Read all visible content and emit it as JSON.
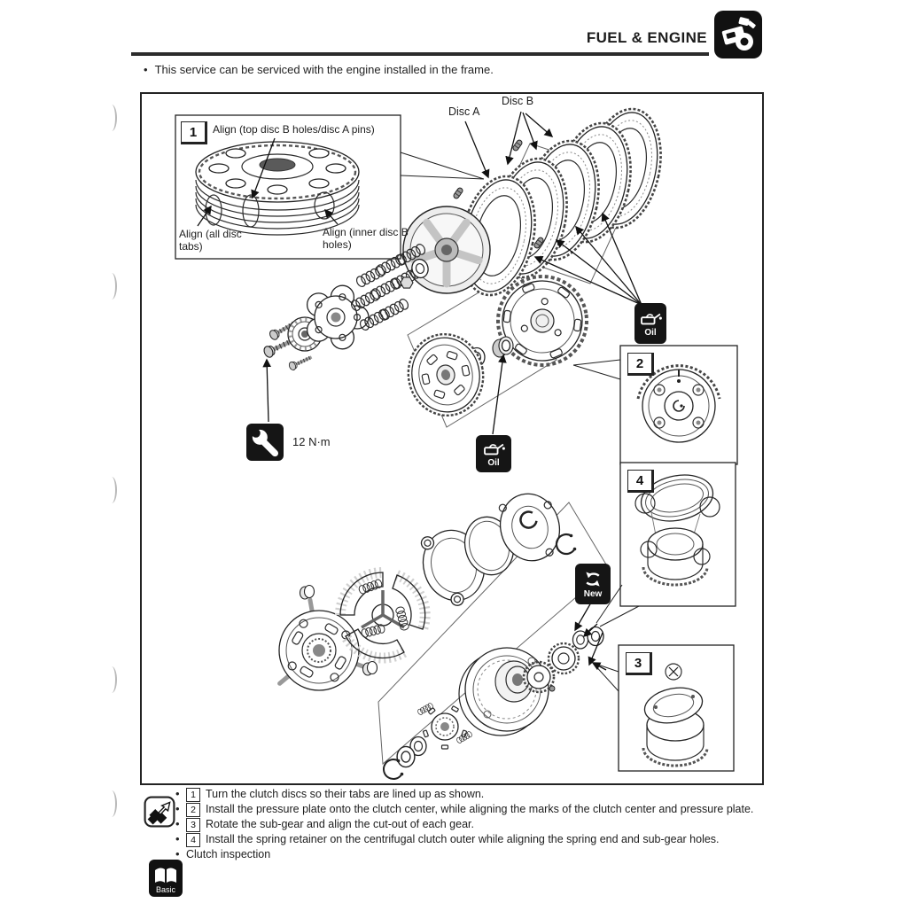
{
  "header": {
    "section_title": "FUEL & ENGINE"
  },
  "intro": {
    "note": "This service can be serviced with the engine installed in the frame."
  },
  "diagram": {
    "inset_1": {
      "number": "1",
      "align_top": "Align (top disc B holes/disc A pins)",
      "align_left": "Align (all disc tabs)",
      "align_right": "Align (inner disc B holes)"
    },
    "inset_2": {
      "number": "2"
    },
    "inset_3": {
      "number": "3"
    },
    "inset_4": {
      "number": "4"
    },
    "labels": {
      "disc_a": "Disc A",
      "disc_b": "Disc B",
      "torque": "12 N·m"
    },
    "badges": {
      "oil": "Oil",
      "new": "New"
    }
  },
  "notes": {
    "items": [
      {
        "ref": "1",
        "text": "Turn the clutch discs so their tabs are lined up as shown."
      },
      {
        "ref": "2",
        "text": "Install the pressure plate onto the clutch center, while aligning the marks of the clutch center and pressure plate."
      },
      {
        "ref": "3",
        "text": "Rotate the sub-gear and align the cut-out of each gear."
      },
      {
        "ref": "4",
        "text": "Install the spring retainer on the centrifugal clutch outer while aligning the spring end and sub-gear holes."
      }
    ],
    "plain_item": "Clutch inspection",
    "basic_label": "Basic"
  },
  "colors": {
    "ink": "#1f1f1f",
    "badge_bg": "#151515"
  }
}
